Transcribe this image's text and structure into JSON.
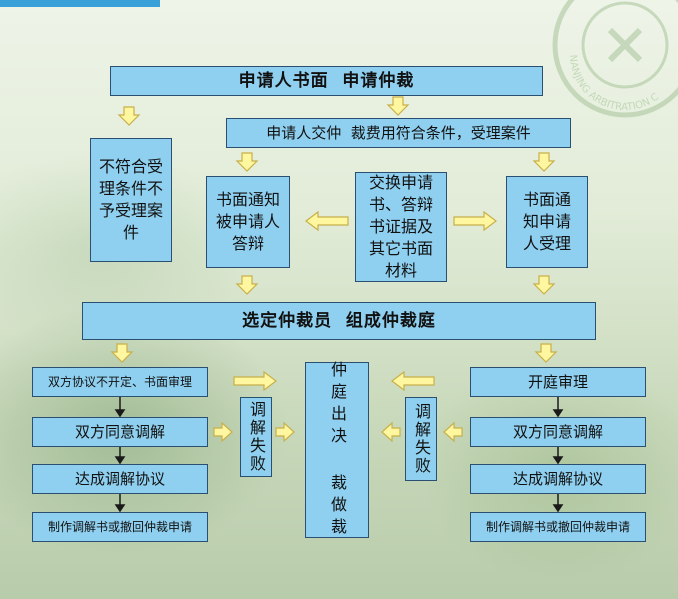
{
  "title_box": "申请人书面  申请仲裁",
  "acceptance_box": "申请人交仲  裁费用符合条件，受理案件",
  "reject_box": "不符合受理条件不予受理案件",
  "notice_respondent": "书面通知被申请人答辩",
  "exchange_materials": "交换申请书、答辩书证据及其它书面材料",
  "notice_claimant": "书面通知申请人受理",
  "tribunal_box": "选定仲裁员  组成仲裁庭",
  "left_path": {
    "written_review": "双方协议不开定、书面审理",
    "mediation_agree": "双方同意调解",
    "mediation_reached": "达成调解协议",
    "final_document": "制作调解书或撤回仲裁申请",
    "mediation_failed": "调解失败"
  },
  "right_path": {
    "hearing": "开庭审理",
    "mediation_agree": "双方同意调解",
    "mediation_reached": "达成调解协议",
    "final_document": "制作调解书或撤回仲裁申请",
    "mediation_failed": "调解失败"
  },
  "award_box": "仲庭出决 裁做裁",
  "watermark_text": "NANJING ARBITRATION C",
  "colors": {
    "box_fill": "#8fd0f0",
    "box_border": "#2b4f70",
    "arrow_fill": "#fff7a0",
    "arrow_stroke": "#c8b04a",
    "tab_accent": "#3aa0d8"
  }
}
